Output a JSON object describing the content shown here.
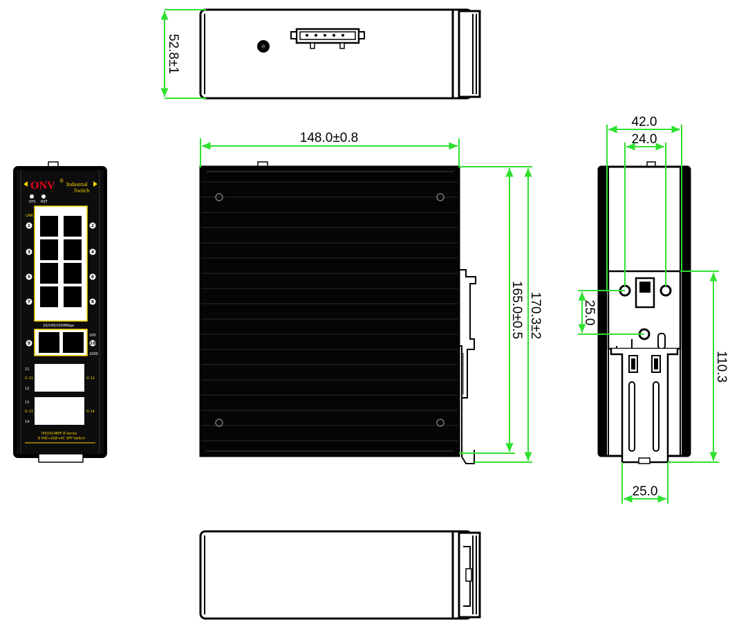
{
  "dimensions": {
    "top_height": "52.8±1",
    "front_width": "148.0±0.8",
    "front_height_inner": "165.0±0.5",
    "front_height_outer": "170.3±2",
    "side_width_outer": "42.0",
    "side_width_inner": "24.0",
    "side_hole_spacing": "25.0",
    "side_rail_height": "110.3",
    "side_rail_width": "25.0"
  },
  "panel": {
    "brand": "ONV",
    "brand_mark": "®",
    "title_line1": "Industrial",
    "title_line2": "Switch",
    "led_sys": "SYS",
    "led_rst": "RST",
    "link_label": "LINK",
    "speed_label": "10/100/1000Mbps",
    "port_numbers": [
      "1",
      "2",
      "3",
      "4",
      "5",
      "6",
      "7",
      "8"
    ],
    "combo_left": "9",
    "combo_right": "10",
    "combo_speed_100": "100",
    "combo_speed_1000": "1000",
    "sfp_11": "11",
    "sfp_12": "12",
    "sfp_13": "13",
    "sfp_14": "14",
    "sfp_g11": "G 11",
    "sfp_g12": "G 12",
    "sfp_g13": "G 13",
    "sfp_g14": "G 14",
    "model_line1": "IPS33148PF-8 Series",
    "model_line2": "8 PoE+2GE+4C SFP Switch"
  },
  "colors": {
    "dimension_line": "#2fe02f",
    "body": "#000000",
    "accent_yellow": "#ffd400",
    "brand_red": "#e8001c"
  }
}
